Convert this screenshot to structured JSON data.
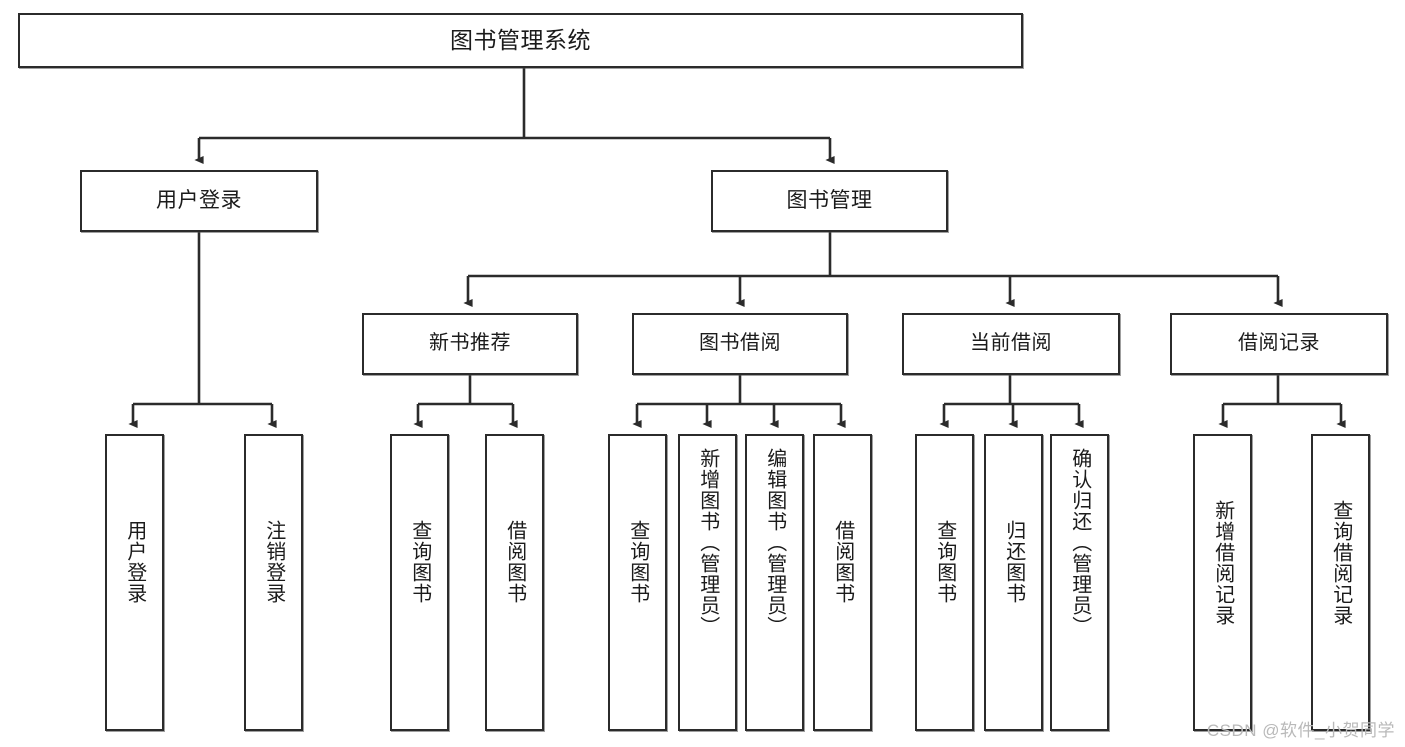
{
  "diagram": {
    "title": "图书管理系统",
    "type": "tree",
    "watermark": "CSDN @软件_小贺同学",
    "colors": {
      "box_border": "#2b2b2b",
      "box_fill": "#ffffff",
      "connector": "#2b2b2b",
      "text": "#1b1b1b",
      "watermark": "#b9b9b9"
    },
    "root": {
      "label": "图书管理系统"
    },
    "level2": [
      {
        "label": "用户登录"
      },
      {
        "label": "图书管理"
      }
    ],
    "level3": [
      {
        "label": "新书推荐"
      },
      {
        "label": "图书借阅"
      },
      {
        "label": "当前借阅"
      },
      {
        "label": "借阅记录"
      }
    ],
    "leaves": [
      {
        "label": "用户登录"
      },
      {
        "label": "注销登录"
      },
      {
        "label": "查询图书"
      },
      {
        "label": "借阅图书"
      },
      {
        "label": "查询图书"
      },
      {
        "label": "新增图书（管理员）"
      },
      {
        "label": "编辑图书（管理员）"
      },
      {
        "label": "借阅图书"
      },
      {
        "label": "查询图书"
      },
      {
        "label": "归还图书"
      },
      {
        "label": "确认归还（管理员）"
      },
      {
        "label": "新增借阅记录"
      },
      {
        "label": "查询借阅记录"
      }
    ]
  }
}
